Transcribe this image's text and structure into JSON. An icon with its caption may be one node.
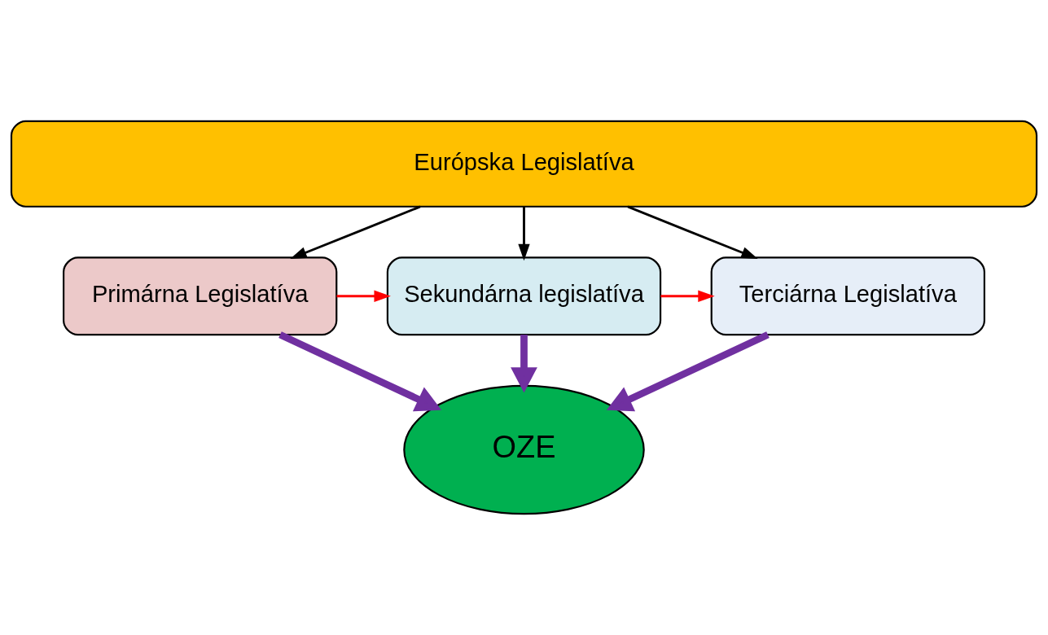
{
  "diagram": {
    "nodes": [
      {
        "text": [
          "Európska Legislatíva"
        ]
      },
      {
        "text": [
          "Primárna Legislatíva"
        ]
      },
      {
        "text": [
          "Sekundárna legislatíva"
        ]
      },
      {
        "text": [
          "Terciárna Legislatíva"
        ]
      },
      {
        "text": [
          "OZE"
        ]
      }
    ],
    "edges": [
      {
        "from": 0,
        "to": 1,
        "arrow": "to"
      },
      {
        "from": 0,
        "to": 2,
        "arrow": "to"
      },
      {
        "from": 0,
        "to": 3,
        "arrow": "to"
      },
      {
        "from": 1,
        "to": 2,
        "arrow": "to",
        "color": "#ff0000"
      },
      {
        "from": 2,
        "to": 3,
        "arrow": "to",
        "color": "#ff0000"
      },
      {
        "from": 1,
        "to": 4,
        "arrow": "to",
        "style": "thick",
        "color": "#7030a0"
      },
      {
        "from": 2,
        "to": 4,
        "arrow": "to",
        "style": "thick",
        "color": "#7030a0"
      },
      {
        "from": 3,
        "to": 4,
        "arrow": "to",
        "style": "thick",
        "color": "#7030a0"
      }
    ]
  }
}
